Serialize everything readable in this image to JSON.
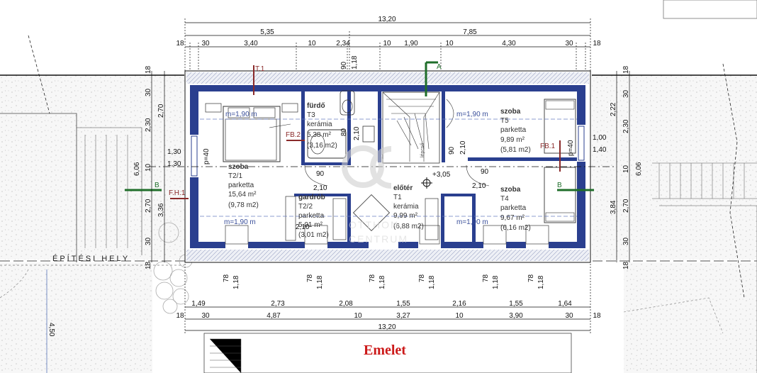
{
  "title": "Emelet",
  "site_label": "ÉPÍTÉSI HELY",
  "top_dims": {
    "total": "13,20",
    "row2": [
      "5,35",
      "7,85"
    ],
    "row3": [
      "18",
      "30",
      "3,40",
      "10",
      "2,34",
      "10",
      "1,90",
      "10",
      "4,30",
      "30",
      "18"
    ]
  },
  "bottom_dims": {
    "total": "13,20",
    "row1": [
      "1,49",
      "2,73",
      "2,08",
      "1,55",
      "2,16",
      "1,55",
      "1,64"
    ],
    "row2": [
      "18",
      "30",
      "4,87",
      "10",
      "3,27",
      "10",
      "3,90",
      "30",
      "18"
    ],
    "window_dims": [
      "78",
      "1,18"
    ]
  },
  "left_dims": [
    "18",
    "30",
    "2,30",
    "2,70",
    "1,30",
    "10",
    "1,30",
    "6,06",
    "2,70",
    "3,36",
    "30",
    "18"
  ],
  "right_dims": [
    "18",
    "30",
    "2,22",
    "2,30",
    "1,00",
    "1,40",
    "10",
    "6,06",
    "3,84",
    "2,70",
    "30",
    "18"
  ],
  "rooms": [
    {
      "name": "szoba",
      "code": "T2/1",
      "floor": "parketta",
      "area": "15,64 m²",
      "net": "(9,78 m2)"
    },
    {
      "name": "fürdő",
      "code": "T3",
      "floor": "kerámia",
      "area": "5,38 m²",
      "net": "(3,16 m2)"
    },
    {
      "name": "gardrób",
      "code": "T2/2",
      "floor": "parketta",
      "area": "5,01 m²",
      "net": "(3,01 m2)"
    },
    {
      "name": "előtér",
      "code": "T1",
      "floor": "kerámia",
      "area": "9,99 m²",
      "net": "(6,88 m2)"
    },
    {
      "name": "szoba",
      "code": "T5",
      "floor": "parketta",
      "area": "9,89 m²",
      "net": "(5,81 m2)"
    },
    {
      "name": "szoba",
      "code": "T4",
      "floor": "parketta",
      "area": "9,67 m²",
      "net": "(6,16 m2)"
    }
  ],
  "height_lines": [
    "m=1,90 m",
    "m=1,90 m",
    "m=1,90 m",
    "m=1,90 m"
  ],
  "level": "+3,05",
  "door_dims": [
    "90",
    "90",
    "90",
    "2,10",
    "2,10",
    "2,10",
    "2,10",
    "2,10",
    "80",
    "90"
  ],
  "parapet": [
    "p=40",
    "p=40"
  ],
  "section_marks": {
    "a": "A",
    "b_left": "B",
    "b_right": "B"
  },
  "callouts": [
    "T.1",
    "FB.2",
    "FB.1",
    "F.H.1"
  ],
  "stair_label": "lépcső",
  "watermark": [
    "OTTHON",
    "CENTRUM"
  ],
  "colors": {
    "wall": "#2a3f8f",
    "dim": "#111111",
    "blue_text": "#3a4f9a",
    "red_mark": "#8a2a2a",
    "green_mark": "#1f6e2a",
    "title": "#cc1a1a"
  }
}
